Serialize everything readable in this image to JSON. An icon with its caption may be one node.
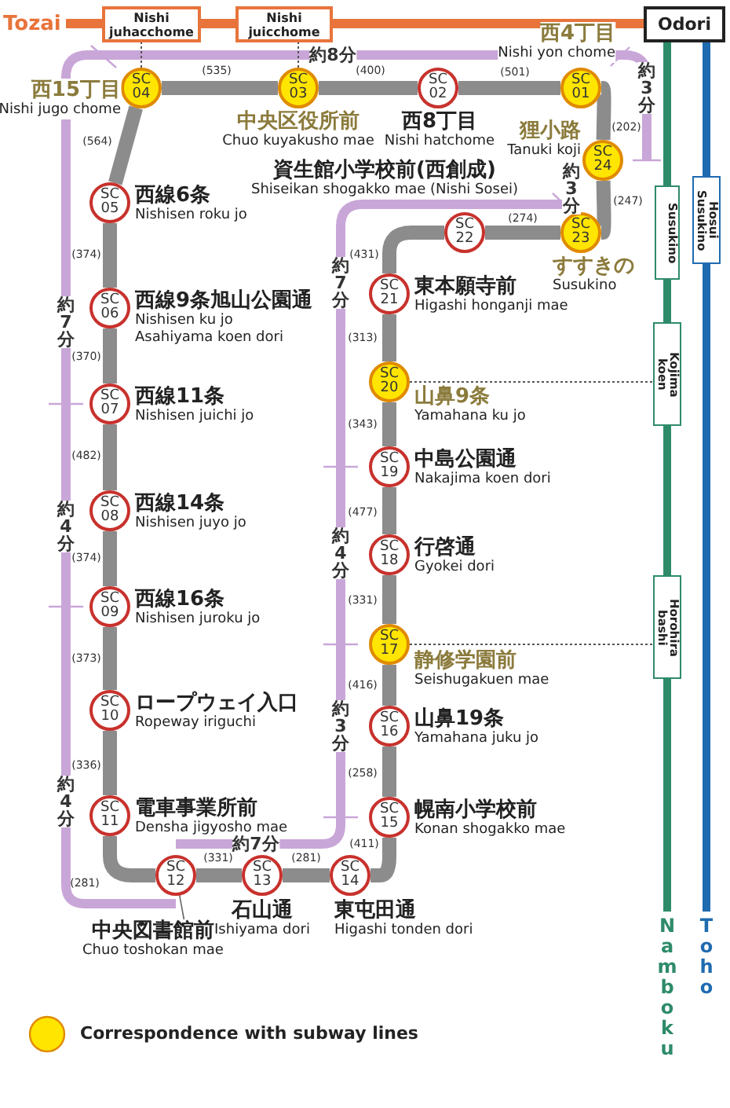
{
  "diagram": {
    "nodes": [
      {
        "text": [
          "Tozai"
        ]
      },
      {
        "text": [
          "Nishi juhacchome"
        ]
      },
      {
        "text": [
          "Nishi juicchome"
        ]
      },
      {
        "text": [
          "Odori"
        ]
      },
      {
        "text": [
          "SC 01"
        ],
        "beside": [
          "西4丁目",
          "Nishi yon chome"
        ]
      },
      {
        "text": [
          "SC 02"
        ],
        "beside": [
          "西8丁目",
          "Nishi hatchome"
        ]
      },
      {
        "text": [
          "SC 03"
        ],
        "beside": [
          "中央区役所前",
          "Chuo kuyakusho mae"
        ]
      },
      {
        "text": [
          "SC 04"
        ],
        "beside": [
          "西15丁目",
          "Nishi jugo chome"
        ]
      },
      {
        "text": [
          "SC 05"
        ],
        "beside": [
          "西線6条",
          "Nishisen roku jo"
        ]
      },
      {
        "text": [
          "SC 06"
        ],
        "beside": [
          "西線9条旭山公園通",
          "Nishisen ku jo Asahiyama koen dori"
        ]
      },
      {
        "text": [
          "SC 07"
        ],
        "beside": [
          "西線11条",
          "Nishisen juichi jo"
        ]
      },
      {
        "text": [
          "SC 08"
        ],
        "beside": [
          "西線14条",
          "Nishisen juyo jo"
        ]
      },
      {
        "text": [
          "SC 09"
        ],
        "beside": [
          "西線16条",
          "Nishisen juroku jo"
        ]
      },
      {
        "text": [
          "SC 10"
        ],
        "beside": [
          "ロープウェイ入口",
          "Ropeway iriguchi"
        ]
      },
      {
        "text": [
          "SC 11"
        ],
        "beside": [
          "電車事業所前",
          "Densha jigyosho mae"
        ]
      },
      {
        "text": [
          "SC 12"
        ]
      },
      {
        "text": [
          "SC 13"
        ],
        "beside": [
          "石山通",
          "Ishiyama dori"
        ]
      },
      {
        "text": [
          "SC 14"
        ],
        "beside": [
          "東屯田通",
          "Higashi tonden dori"
        ]
      },
      {
        "text": [
          "SC 15"
        ],
        "beside": [
          "幌南小学校前",
          "Konan shogakko mae"
        ]
      },
      {
        "text": [
          "SC 16"
        ],
        "beside": [
          "山鼻19条",
          "Yamahana juku jo"
        ]
      },
      {
        "text": [
          "SC 17"
        ],
        "beside": [
          "静修学園前",
          "Seishugakuen mae"
        ]
      },
      {
        "text": [
          "SC 18"
        ],
        "beside": [
          "行啓通",
          "Gyokei dori"
        ]
      },
      {
        "text": [
          "SC 19"
        ],
        "beside": [
          "中島公園通",
          "Nakajima koen dori"
        ]
      },
      {
        "text": [
          "SC 20"
        ],
        "beside": [
          "山鼻9条",
          "Yamahana ku jo"
        ]
      },
      {
        "text": [
          "SC 21"
        ],
        "beside": [
          "東本願寺前",
          "Higashi honganji mae"
        ]
      },
      {
        "text": [
          "SC 22"
        ],
        "beside": [
          "資生館小学校前(西創成)",
          "Shiseikan shogakko mae (Nishi Sosei)"
        ]
      },
      {
        "text": [
          "SC 23"
        ],
        "beside": [
          "すすきの",
          "Susukino"
        ]
      },
      {
        "text": [
          "SC 24"
        ],
        "beside": [
          "狸小路",
          "Tanuki koji"
        ]
      },
      {
        "text": [
          "Susukino"
        ]
      },
      {
        "text": [
          "Hosui Susukino"
        ]
      },
      {
        "text": [
          "Kojima koen"
        ]
      },
      {
        "text": [
          "Horohira bashi"
        ]
      },
      {
        "text": [
          "Namboku"
        ]
      },
      {
        "text": [
          "Toho"
        ]
      },
      {
        "text": [
          "中央図書館前",
          "Chuo toshokan mae"
        ]
      }
    ],
    "edges": [
      {
        "from": 0,
        "to": 1,
        "arrow": "none",
        "color": "#e8743b"
      },
      {
        "from": 1,
        "to": 2,
        "arrow": "none",
        "color": "#e8743b"
      },
      {
        "from": 2,
        "to": 3,
        "arrow": "none",
        "color": "#e8743b"
      },
      {
        "from": 3,
        "to": 28,
        "arrow": "none",
        "color": "#2e8b6a"
      },
      {
        "from": 28,
        "to": 30,
        "arrow": "none",
        "color": "#2e8b6a"
      },
      {
        "from": 30,
        "to": 31,
        "arrow": "none",
        "color": "#2e8b6a"
      },
      {
        "from": 31,
        "to": 32,
        "arrow": "none",
        "color": "#2e8b6a"
      },
      {
        "from": 3,
        "to": 29,
        "arrow": "none",
        "color": "#1f6bb0"
      },
      {
        "from": 29,
        "to": 33,
        "arrow": "none",
        "color": "#1f6bb0"
      },
      {
        "from": 7,
        "to": 1,
        "arrow": "none",
        "style": "dashed",
        "color": "#555555"
      },
      {
        "from": 6,
        "to": 2,
        "arrow": "none",
        "style": "dashed",
        "color": "#555555"
      },
      {
        "from": 23,
        "to": 30,
        "arrow": "none",
        "style": "dashed",
        "color": "#555555"
      },
      {
        "from": 20,
        "to": 31,
        "arrow": "none",
        "style": "dashed",
        "color": "#555555"
      },
      {
        "from": 34,
        "to": 15,
        "arrow": "none",
        "color": "#666666"
      },
      {
        "from": 7,
        "to": 6,
        "arrow": "none",
        "label": "(535)"
      },
      {
        "from": 6,
        "to": 5,
        "arrow": "none",
        "label": "(400)"
      },
      {
        "from": 5,
        "to": 4,
        "arrow": "none",
        "label": "(501)"
      },
      {
        "from": 4,
        "to": 27,
        "arrow": "none",
        "label": "(202)"
      },
      {
        "from": 27,
        "to": 26,
        "arrow": "none",
        "label": "(247)"
      },
      {
        "from": 26,
        "to": 25,
        "arrow": "none",
        "label": "(274)"
      },
      {
        "from": 25,
        "to": 24,
        "arrow": "none",
        "label": "(431)"
      },
      {
        "from": 24,
        "to": 23,
        "arrow": "none",
        "label": "(313)"
      },
      {
        "from": 23,
        "to": 22,
        "arrow": "none",
        "label": "(343)"
      },
      {
        "from": 22,
        "to": 21,
        "arrow": "none",
        "label": "(477)"
      },
      {
        "from": 21,
        "to": 20,
        "arrow": "none",
        "label": "(331)"
      },
      {
        "from": 20,
        "to": 19,
        "arrow": "none",
        "label": "(416)"
      },
      {
        "from": 19,
        "to": 18,
        "arrow": "none",
        "label": "(258)"
      },
      {
        "from": 18,
        "to": 17,
        "arrow": "none",
        "label": "(411)"
      },
      {
        "from": 17,
        "to": 16,
        "arrow": "none",
        "label": "(281)"
      },
      {
        "from": 16,
        "to": 15,
        "arrow": "none",
        "label": "(331)"
      },
      {
        "from": 15,
        "to": 14,
        "arrow": "none",
        "label": "(281)"
      },
      {
        "from": 14,
        "to": 13,
        "arrow": "none",
        "label": "(336)"
      },
      {
        "from": 13,
        "to": 12,
        "arrow": "none",
        "label": "(373)"
      },
      {
        "from": 12,
        "to": 11,
        "arrow": "none",
        "label": "(374)"
      },
      {
        "from": 11,
        "to": 10,
        "arrow": "none",
        "label": "(482)"
      },
      {
        "from": 10,
        "to": 9,
        "arrow": "none",
        "label": "(370)"
      },
      {
        "from": 9,
        "to": 8,
        "arrow": "none",
        "label": "(374)"
      },
      {
        "from": 8,
        "to": 7,
        "arrow": "none",
        "label": "(564)"
      }
    ],
    "labels": [
      "約8分",
      "約3分",
      "約3分",
      "約7分",
      "約7分",
      "約4分",
      "約4分",
      "約3分",
      "約4分",
      "約7分"
    ],
    "legend": [
      {
        "text": "Correspondence with subway lines",
        "color": "#ffe500"
      }
    ]
  }
}
